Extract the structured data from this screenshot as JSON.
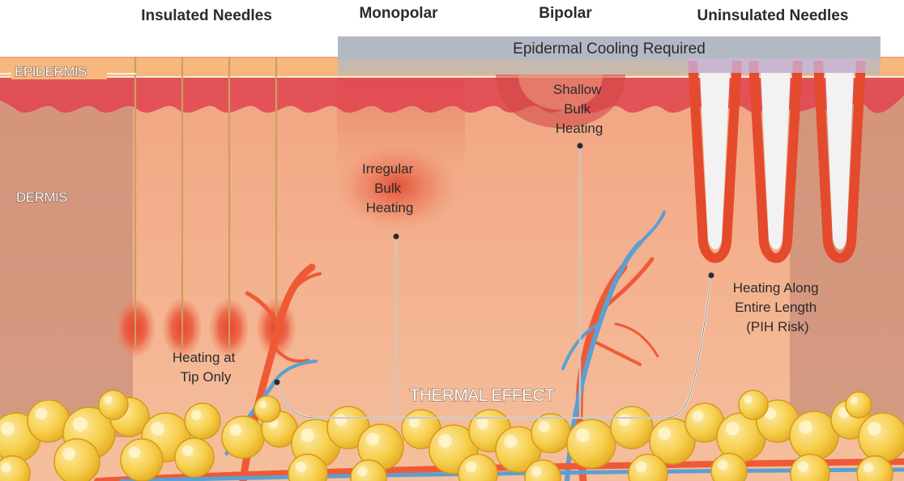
{
  "headers": {
    "insulated": "Insulated Needles",
    "monopolar": "Monopolar",
    "bipolar": "Bipolar",
    "uninsulated": "Uninsulated Needles"
  },
  "banner": "Epidermal Cooling Required",
  "layers": {
    "epidermis": "EPIDERMIS",
    "dermis": "DERMIS"
  },
  "labels": {
    "insulated": [
      "Heating at",
      "Tip Only"
    ],
    "monopolar": [
      "Irregular",
      "Bulk",
      "Heating"
    ],
    "bipolar": [
      "Shallow",
      "Bulk",
      "Heating"
    ],
    "uninsulated": [
      "Heating Along",
      "Entire Length",
      "(PIH Risk)"
    ],
    "thermal": "THERMAL EFFECT"
  },
  "colors": {
    "epidermis": "#f7b77d",
    "dermis": "#f0a882",
    "rete_red": "#e0434f",
    "heat": "#e23a2a",
    "fat": "#f4c435",
    "vessel_red": "#ef5a36",
    "vessel_blue": "#5b9fd3",
    "banner": "#b3b9c3"
  }
}
